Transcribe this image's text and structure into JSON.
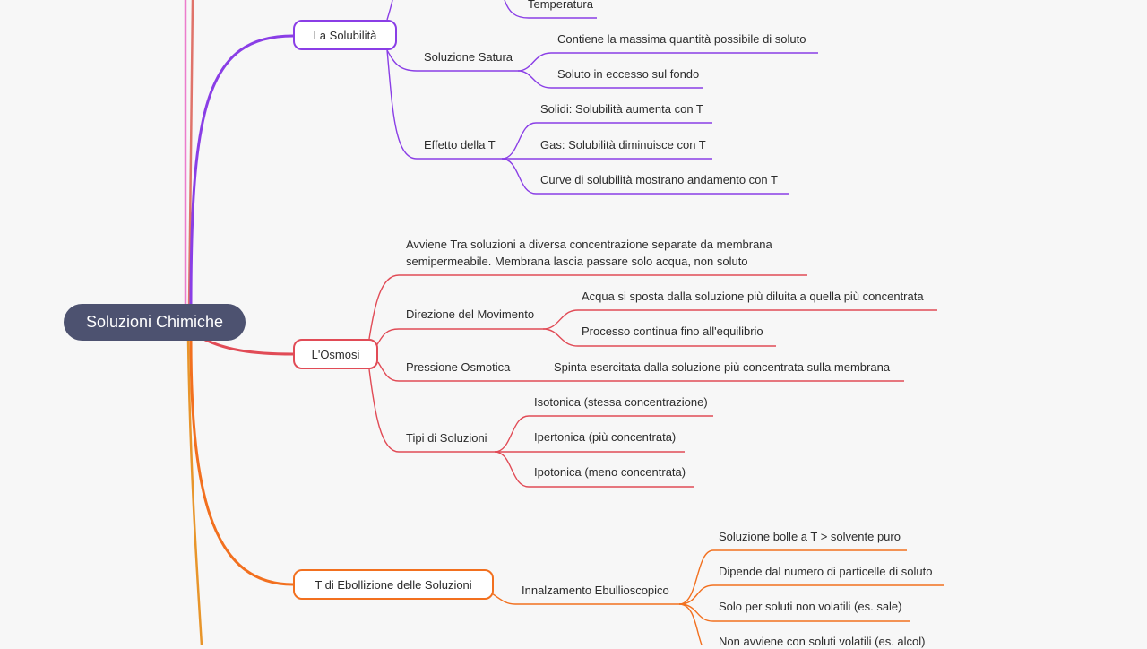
{
  "colors": {
    "root_bg": "#4d5270",
    "solubility": "#8a3ee6",
    "osmosis": "#e14b56",
    "boiling": "#f2701f",
    "edge_pink": "#ec7ccc",
    "edge_salmon": "#e0736a",
    "edge_yellow": "#e8952a"
  },
  "root": {
    "label": "Soluzioni Chimiche"
  },
  "solubility": {
    "label": "La Solubilità",
    "top_item": "Temperatura",
    "satura": {
      "label": "Soluzione Satura",
      "items": [
        "Contiene la massima quantità possibile di soluto",
        "Soluto in eccesso sul fondo"
      ]
    },
    "effetto": {
      "label": "Effetto della T",
      "items": [
        "Solidi: Solubilità aumenta con T",
        "Gas: Solubilità diminuisce con T",
        "Curve di solubilità mostrano andamento con T"
      ]
    }
  },
  "osmosis": {
    "label": "L'Osmosi",
    "desc": "Avviene Tra soluzioni a diversa concentrazione separate da membrana semipermeabile. Membrana lascia passare solo acqua, non soluto",
    "direzione": {
      "label": "Direzione del Movimento",
      "items": [
        "Acqua si sposta dalla soluzione più diluita a quella più concentrata",
        "Processo continua fino all'equilibrio"
      ]
    },
    "pressione": {
      "label": "Pressione Osmotica",
      "items": [
        "Spinta esercitata dalla soluzione più concentrata sulla membrana"
      ]
    },
    "tipi": {
      "label": "Tipi di Soluzioni",
      "items": [
        "Isotonica (stessa concentrazione)",
        "Ipertonica (più concentrata)",
        "Ipotonica (meno concentrata)"
      ]
    }
  },
  "boiling": {
    "label": "T di Ebollizione delle Soluzioni",
    "innalzamento": {
      "label": "Innalzamento Ebullioscopico",
      "items": [
        "Soluzione bolle a T > solvente puro",
        "Dipende dal numero di particelle di soluto",
        "Solo per soluti non volatili (es. sale)",
        "Non avviene con soluti volatili (es. alcol)"
      ]
    }
  }
}
